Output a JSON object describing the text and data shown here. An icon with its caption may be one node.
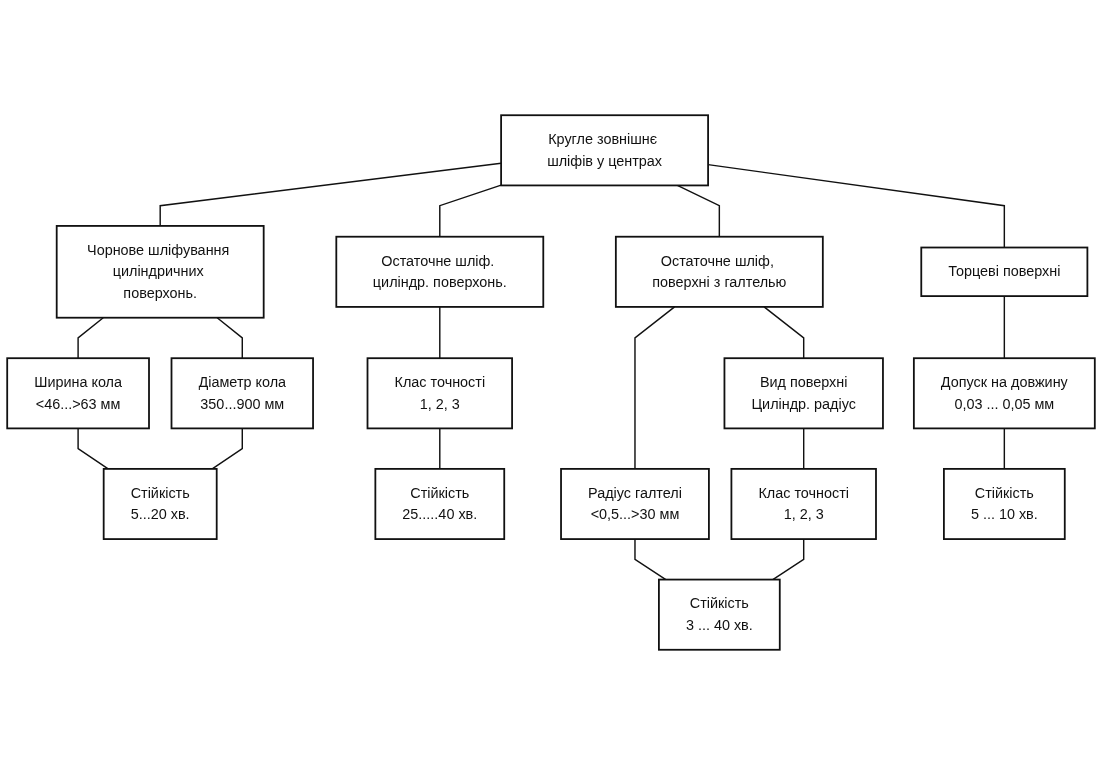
{
  "diagram": {
    "nodes": [
      {
        "text": [
          "Кругле зовнішнє шліфів у центрах"
        ]
      },
      {
        "text": [
          "Чорнове шліфування циліндричних поверхонь."
        ]
      },
      {
        "text": [
          "Остаточне шліф. циліндр. поверхонь."
        ]
      },
      {
        "text": [
          "Остаточне шліф, поверхні з галтелью"
        ]
      },
      {
        "text": [
          "Торцеві поверхні"
        ]
      },
      {
        "text": [
          "Ширина кола",
          "<46...>63 мм"
        ]
      },
      {
        "text": [
          "Діаметр кола",
          "350...900 мм"
        ]
      },
      {
        "text": [
          "Стійкість",
          "5...20 хв."
        ]
      },
      {
        "text": [
          "Клас точності",
          "1, 2, 3"
        ]
      },
      {
        "text": [
          "Стійкість",
          "25.....40 хв."
        ]
      },
      {
        "text": [
          "Радіус галтелі",
          "<0,5...>30 мм"
        ]
      },
      {
        "text": [
          "Вид поверхні",
          "Циліндр. радіус"
        ]
      },
      {
        "text": [
          "Клас точності",
          "1, 2, 3"
        ]
      },
      {
        "text": [
          "Стійкість",
          "3 ... 40 хв."
        ]
      },
      {
        "text": [
          "Допуск на довжину",
          "0,03 ... 0,05 мм"
        ]
      },
      {
        "text": [
          "Стійкість",
          "5 ... 10 хв."
        ]
      }
    ],
    "edges": [
      {
        "from": 0,
        "to": 1,
        "arrow": "none"
      },
      {
        "from": 0,
        "to": 2,
        "arrow": "none"
      },
      {
        "from": 0,
        "to": 3,
        "arrow": "none"
      },
      {
        "from": 0,
        "to": 4,
        "arrow": "none"
      },
      {
        "from": 1,
        "to": 5,
        "arrow": "none"
      },
      {
        "from": 1,
        "to": 6,
        "arrow": "none"
      },
      {
        "from": 5,
        "to": 7,
        "arrow": "none"
      },
      {
        "from": 6,
        "to": 7,
        "arrow": "none"
      },
      {
        "from": 2,
        "to": 8,
        "arrow": "none"
      },
      {
        "from": 8,
        "to": 9,
        "arrow": "none"
      },
      {
        "from": 3,
        "to": 10,
        "arrow": "none"
      },
      {
        "from": 3,
        "to": 11,
        "arrow": "none"
      },
      {
        "from": 11,
        "to": 12,
        "arrow": "none"
      },
      {
        "from": 10,
        "to": 13,
        "arrow": "none"
      },
      {
        "from": 12,
        "to": 13,
        "arrow": "none"
      },
      {
        "from": 4,
        "to": 14,
        "arrow": "none"
      },
      {
        "from": 14,
        "to": 15,
        "arrow": "none"
      }
    ]
  }
}
